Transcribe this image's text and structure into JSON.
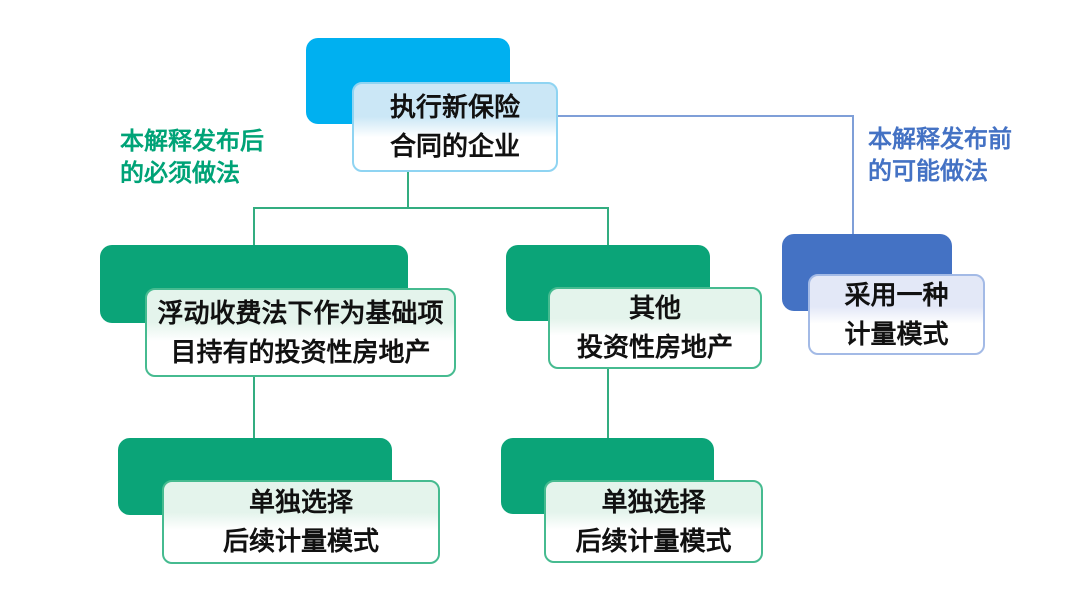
{
  "diagram": {
    "nodes": {
      "top": {
        "text": "执行新保险\n合同的企业"
      },
      "left": {
        "text": "浮动收费法下作为基础项\n目持有的投资性房地产"
      },
      "middle": {
        "text": "其他\n投资性房地产"
      },
      "right": {
        "text": "采用一种\n计量模式"
      },
      "bottom_left": {
        "text": "单独选择\n后续计量模式"
      },
      "bottom_middle": {
        "text": "单独选择\n后续计量模式"
      }
    },
    "annotations": {
      "left": {
        "text": "本解释发布后\n的必须做法"
      },
      "right": {
        "text": "本解释发布前\n的可能做法"
      }
    },
    "colors": {
      "cyan": "#00B0F0",
      "green": "#0BA478",
      "blue": "#4472C4",
      "green_text": "#00A377",
      "blue_text": "#4472C4",
      "green_line": "#33AD80",
      "blue_line": "#7F9FD8",
      "card_border_cyan": "#8FD4F2",
      "card_border_green": "#46BB90",
      "card_border_blue": "#A3BAE6",
      "card_tint_cyan": "#CBE7F6",
      "card_tint_green": "#E4F4EC",
      "card_tint_blue": "#E3E8F7"
    }
  }
}
